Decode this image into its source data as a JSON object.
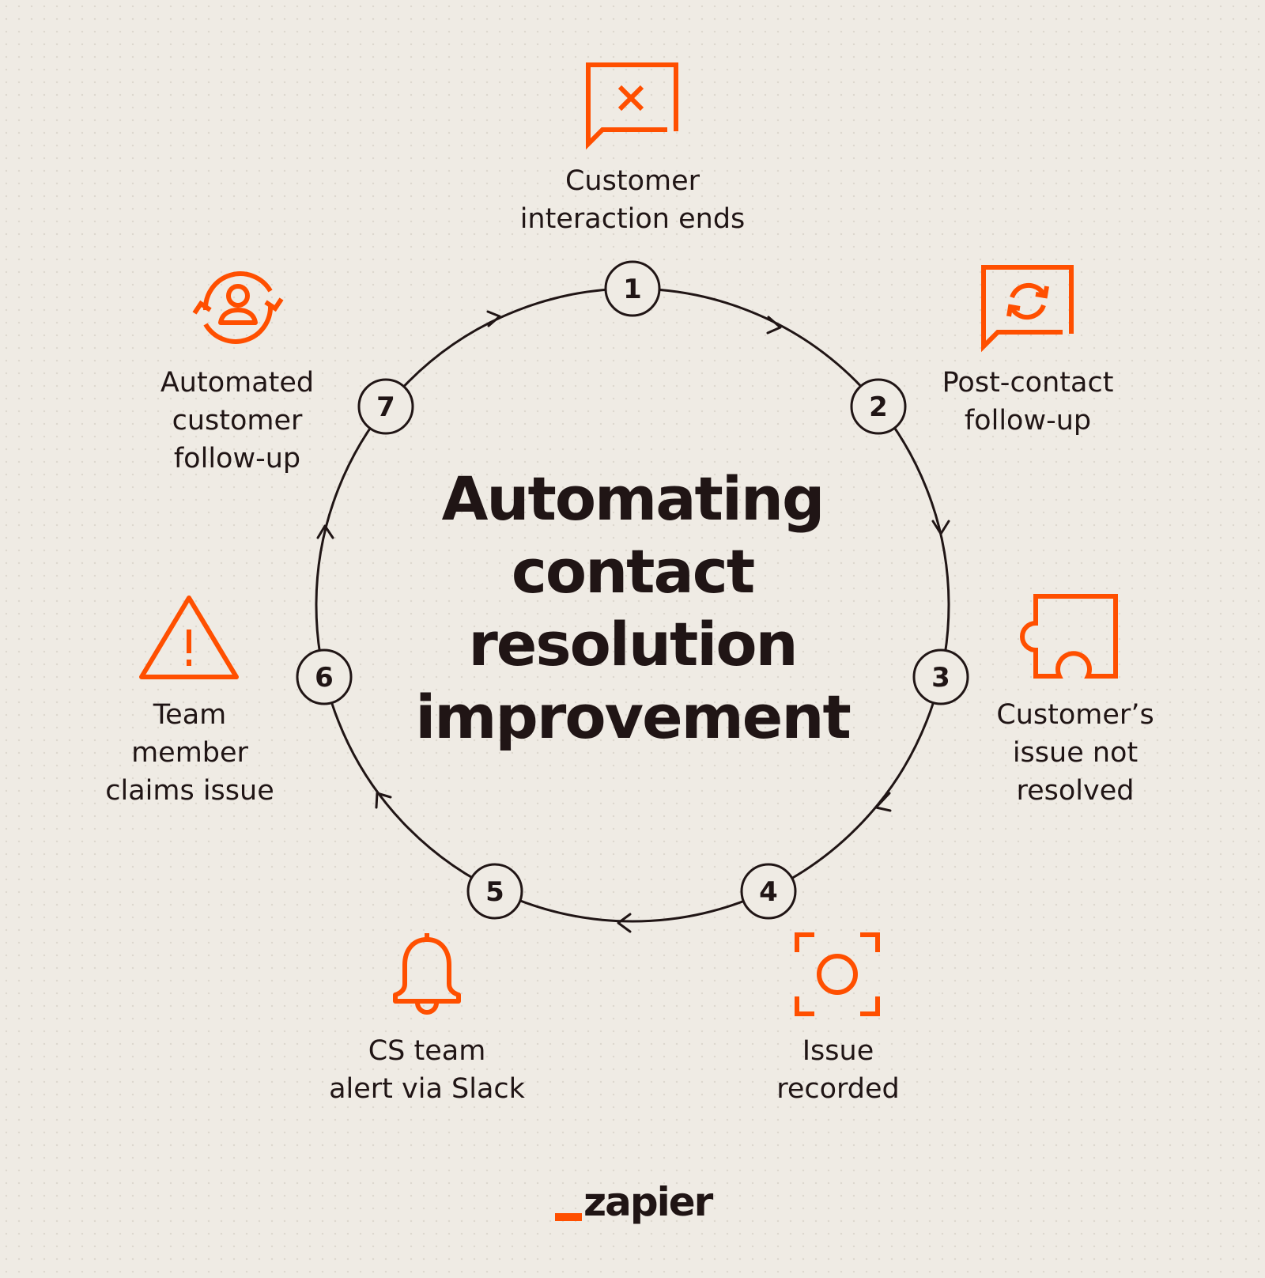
{
  "title": {
    "line1": "Automating",
    "line2": "contact",
    "line3": "resolution",
    "line4": "improvement"
  },
  "accent_color": "#ff4f00",
  "text_color": "#201515",
  "steps": [
    {
      "number": "1",
      "lines": [
        "Customer",
        "interaction ends"
      ],
      "icon": "chat-x-icon"
    },
    {
      "number": "2",
      "lines": [
        "Post-contact",
        "follow-up"
      ],
      "icon": "chat-refresh-icon"
    },
    {
      "number": "3",
      "lines": [
        "Customer’s",
        "issue not",
        "resolved"
      ],
      "icon": "puzzle-icon"
    },
    {
      "number": "4",
      "lines": [
        "Issue",
        "recorded"
      ],
      "icon": "record-target-icon"
    },
    {
      "number": "5",
      "lines": [
        "CS team",
        "alert via Slack"
      ],
      "icon": "bell-icon"
    },
    {
      "number": "6",
      "lines": [
        "Team",
        "member",
        "claims issue"
      ],
      "icon": "warning-icon"
    },
    {
      "number": "7",
      "lines": [
        "Automated",
        "customer",
        "follow-up"
      ],
      "icon": "user-cycle-icon"
    }
  ],
  "logo": {
    "text": "zapier"
  }
}
